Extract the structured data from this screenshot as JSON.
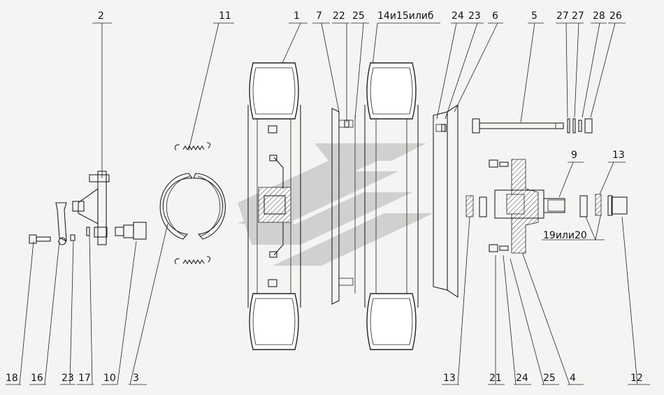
{
  "labels": {
    "top": [
      "2",
      "11",
      "1",
      "7",
      "22",
      "25",
      "14и15илиб",
      "24",
      "23",
      "6",
      "5",
      "27",
      "27",
      "28",
      "26",
      "9",
      "13"
    ],
    "middle": [
      "19или20"
    ],
    "bottom": [
      "18",
      "16",
      "23",
      "17",
      "10",
      "3",
      "13",
      "21",
      "24",
      "25",
      "4",
      "12"
    ]
  },
  "colors": {
    "line": "#222222",
    "background": "#f4f4f2",
    "watermark": "#c9cbc8"
  },
  "watermark_icon": "logo-watermark-icon"
}
